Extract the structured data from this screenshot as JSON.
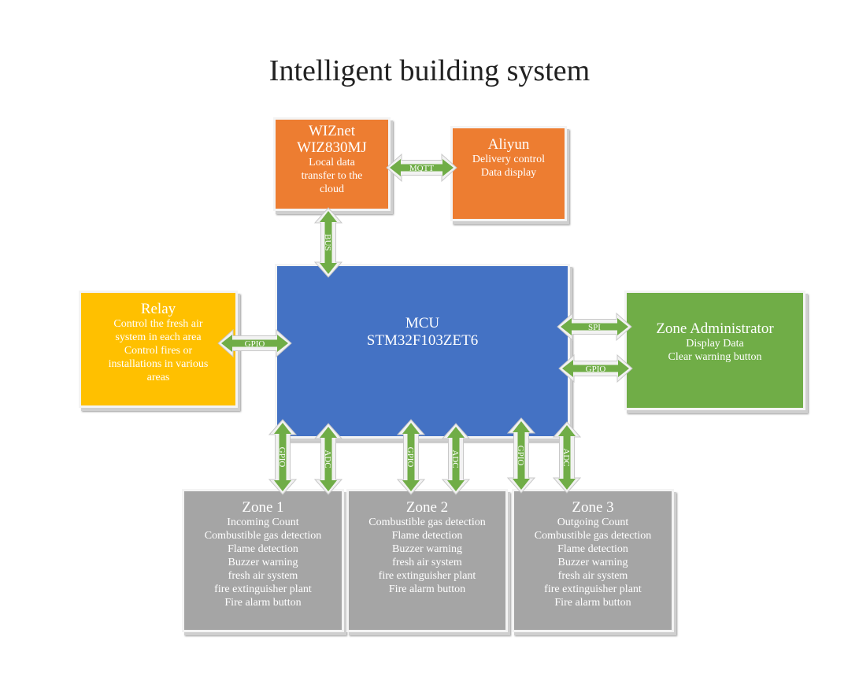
{
  "title": "Intelligent building system",
  "colors": {
    "wiznet": "#ed7d31",
    "aliyun": "#ed7d31",
    "mcu": "#4472c4",
    "relay": "#ffc000",
    "zone_admin": "#70ad47",
    "zones": "#a5a5a5",
    "arrow": "#70ad47"
  },
  "blocks": {
    "wiznet": {
      "title1": "WIZnet",
      "title2": "WIZ830MJ",
      "lines": [
        "Local data",
        "transfer to the",
        "cloud"
      ]
    },
    "aliyun": {
      "title": "Aliyun",
      "lines": [
        "Delivery control",
        "Data display"
      ]
    },
    "mcu": {
      "title": "MCU",
      "subtitle": "STM32F103ZET6"
    },
    "relay": {
      "title": "Relay",
      "lines": [
        "Control the fresh air",
        "system in each area",
        "Control fires or",
        "installations in various",
        "areas"
      ]
    },
    "zone_admin": {
      "title": "Zone Administrator",
      "lines": [
        "Display Data",
        "Clear warning button"
      ]
    },
    "zones": [
      {
        "title": "Zone 1",
        "lines": [
          "Incoming Count",
          "Combustible gas detection",
          "Flame detection",
          "Buzzer warning",
          "fresh air system",
          "fire extinguisher plant",
          "Fire alarm button"
        ]
      },
      {
        "title": "Zone 2",
        "lines": [
          "Combustible gas detection",
          "Flame detection",
          "Buzzer warning",
          "fresh air system",
          "fire extinguisher plant",
          "Fire alarm button"
        ]
      },
      {
        "title": "Zone 3",
        "lines": [
          "Outgoing Count",
          "Combustible gas detection",
          "Flame detection",
          "Buzzer warning",
          "fresh air system",
          "fire extinguisher plant",
          "Fire alarm button"
        ]
      }
    ]
  },
  "connections": [
    {
      "from": "wiznet",
      "to": "aliyun",
      "label": "MQTT",
      "direction": "bidirectional"
    },
    {
      "from": "wiznet",
      "to": "mcu",
      "label": "BUS",
      "direction": "bidirectional"
    },
    {
      "from": "relay",
      "to": "mcu",
      "label": "GPIO",
      "direction": "bidirectional"
    },
    {
      "from": "mcu",
      "to": "zone_admin",
      "label": "SPI",
      "direction": "bidirectional"
    },
    {
      "from": "mcu",
      "to": "zone_admin",
      "label": "GPIO",
      "direction": "bidirectional"
    },
    {
      "from": "mcu",
      "to": "zone1",
      "label": "GPIO",
      "direction": "bidirectional"
    },
    {
      "from": "mcu",
      "to": "zone1",
      "label": "ADC",
      "direction": "bidirectional"
    },
    {
      "from": "mcu",
      "to": "zone2",
      "label": "GPIO",
      "direction": "bidirectional"
    },
    {
      "from": "mcu",
      "to": "zone2",
      "label": "ADC",
      "direction": "bidirectional"
    },
    {
      "from": "mcu",
      "to": "zone3",
      "label": "GPIO",
      "direction": "bidirectional"
    },
    {
      "from": "mcu",
      "to": "zone3",
      "label": "ADC",
      "direction": "bidirectional"
    }
  ]
}
